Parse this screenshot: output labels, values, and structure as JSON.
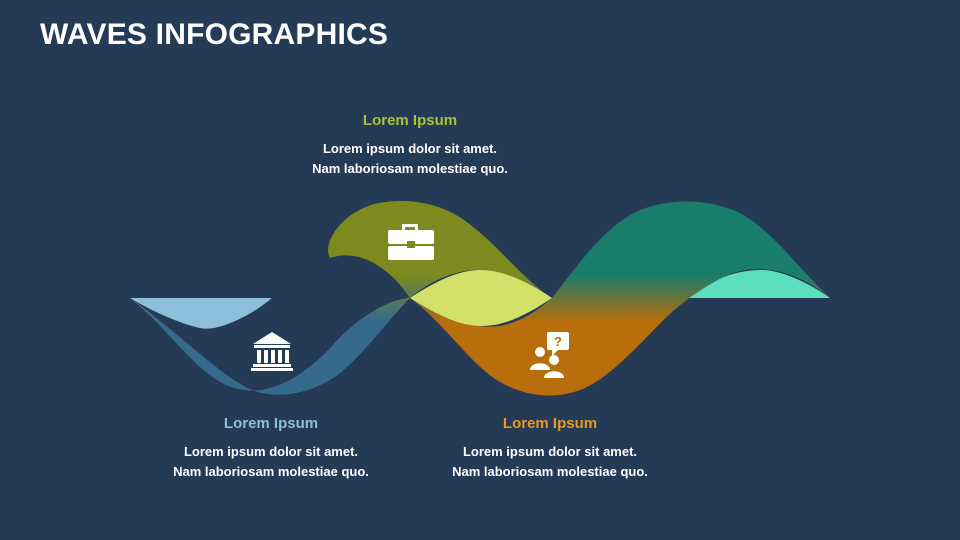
{
  "title": "WAVES INFOGRAPHICS",
  "colors": {
    "background": "#253a55",
    "olive": "#7d8a1f",
    "blue": "#356a8d",
    "orange": "#b86e0a",
    "teal": "#1a7c6b",
    "light_blue": "#8dbedb",
    "light_olive": "#d3e06a",
    "light_teal": "#5bdfc0"
  },
  "items": [
    {
      "heading": "Lorem Ipsum",
      "heading_color": "#a6c33a",
      "line1": "Lorem ipsum dolor sit amet.",
      "line2": "Nam laboriosam molestiae quo.",
      "icon": "briefcase-icon"
    },
    {
      "heading": "Lorem Ipsum",
      "heading_color": "#8dbedb",
      "line1": "Lorem ipsum dolor sit amet.",
      "line2": "Nam laboriosam molestiae quo.",
      "icon": "bank-icon"
    },
    {
      "heading": "Lorem Ipsum",
      "heading_color": "#e89a1e",
      "line1": "Lorem ipsum dolor sit amet.",
      "line2": "Nam laboriosam molestiae quo.",
      "icon": "people-question-icon"
    }
  ]
}
